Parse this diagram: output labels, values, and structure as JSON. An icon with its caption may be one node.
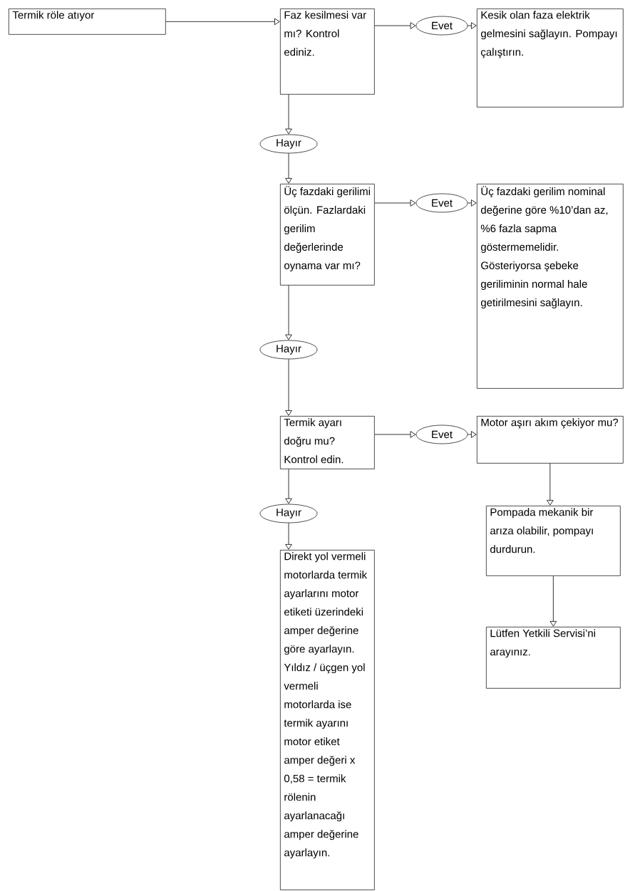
{
  "diagram": {
    "nodes": [
      {
        "text": [
          "Termik röle atıyor"
        ]
      },
      {
        "text": [
          "Faz kesilmesi var mı? Kontrol ediniz."
        ]
      },
      {
        "text": [
          "Evet"
        ]
      },
      {
        "text": [
          "Kesik olan faza elektrik gelmesini sağlayın. Pompayı çalıştırın."
        ]
      },
      {
        "text": [
          "Hayır"
        ]
      },
      {
        "text": [
          "Üç fazdaki gerilimi ölçün. Fazlardaki gerilim değerlerinde oynama var mı?"
        ]
      },
      {
        "text": [
          "Evet"
        ]
      },
      {
        "text": [
          "Üç fazdaki gerilim nominal değerine göre %10’dan az, %6 fazla sapma göstermemelidir. Gösteriyorsa şebeke geriliminin normal hale getirilmesini sağlayın."
        ]
      },
      {
        "text": [
          "Hayır"
        ]
      },
      {
        "text": [
          "Termik ayarı doğru mu? Kontrol edin."
        ]
      },
      {
        "text": [
          "Evet"
        ]
      },
      {
        "text": [
          "Motor aşırı akım çekiyor mu?"
        ]
      },
      {
        "text": [
          "Hayır"
        ]
      },
      {
        "text": [
          "Direkt yol vermeli motorlarda termik ayarlarını motor etiketi üzerindeki amper değerine göre ayarlayın. Yıldız / üçgen yol vermeli motorlarda ise termik ayarını motor etiket amper değeri x 0,58 = termik rölenin ayarlanacağı amper değerine ayarlayın."
        ]
      },
      {
        "text": [
          "Pompada mekanik bir arıza olabilir, pompayı durdurun."
        ]
      },
      {
        "text": [
          "Lütfen Yetkili Servisi’ni arayınız."
        ]
      }
    ],
    "edges": [
      {
        "from": 0,
        "to": 1,
        "arrow": "to"
      },
      {
        "from": 1,
        "to": 2,
        "arrow": "to"
      },
      {
        "from": 2,
        "to": 3,
        "arrow": "to"
      },
      {
        "from": 1,
        "to": 4,
        "arrow": "to"
      },
      {
        "from": 4,
        "to": 5,
        "arrow": "to"
      },
      {
        "from": 5,
        "to": 6,
        "arrow": "to"
      },
      {
        "from": 6,
        "to": 7,
        "arrow": "to"
      },
      {
        "from": 5,
        "to": 8,
        "arrow": "to"
      },
      {
        "from": 8,
        "to": 9,
        "arrow": "to"
      },
      {
        "from": 9,
        "to": 10,
        "arrow": "to"
      },
      {
        "from": 10,
        "to": 11,
        "arrow": "to"
      },
      {
        "from": 9,
        "to": 12,
        "arrow": "to"
      },
      {
        "from": 12,
        "to": 13,
        "arrow": "to"
      },
      {
        "from": 11,
        "to": 14,
        "arrow": "to"
      },
      {
        "from": 14,
        "to": 15,
        "arrow": "to"
      }
    ]
  }
}
